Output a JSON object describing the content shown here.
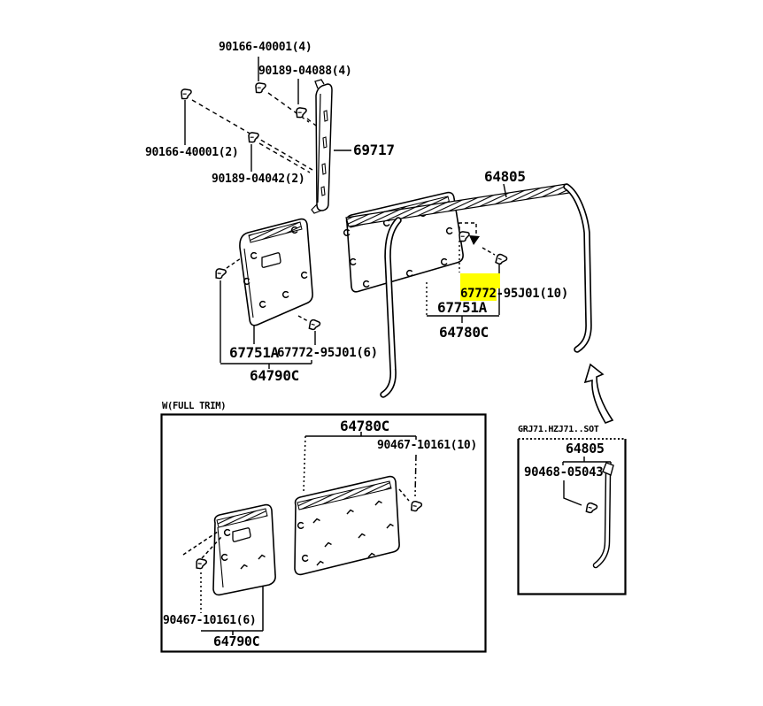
{
  "diagram": {
    "background": "#ffffff",
    "line_color": "#000000",
    "highlight_color": "#ffff00",
    "callouts": {
      "bolt_top": "90166-40001(4)",
      "clip_top": "90189-04088(4)",
      "bolt_left": "90166-40001(2)",
      "clip_left": "90189-04042(2)",
      "pillar_garnish": "69717",
      "opening_trim": "64805",
      "highlighted_clip_prefix": "67772",
      "highlighted_clip_suffix": "-95J01(10)",
      "board_code_right": "67751A",
      "quarter_trim_right": "64780C",
      "board_code_left": "67751A",
      "clip_6": "67772-95J01(6)",
      "door_trim_left": "64790C"
    },
    "full_trim_box": {
      "header": "W(FULL TRIM)",
      "quarter_trim": "64780C",
      "clip_10": "90467-10161(10)",
      "clip_6": "90467-10161(6)",
      "door_trim": "64790C"
    },
    "sot_box": {
      "header": "GRJ71.HZJ71..SOT",
      "opening_trim": "64805",
      "clip": "90468-05043"
    }
  }
}
